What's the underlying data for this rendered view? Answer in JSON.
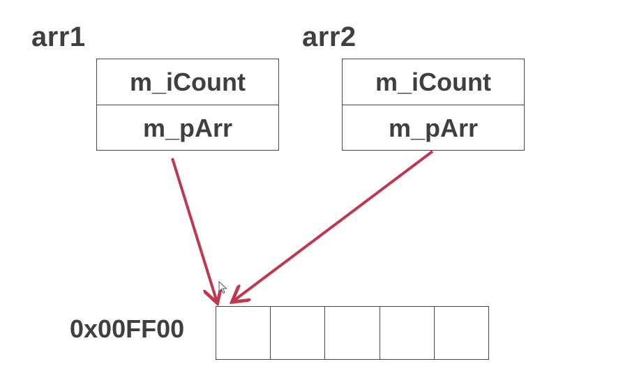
{
  "arr1": {
    "name": "arr1",
    "fields": [
      "m_iCount",
      "m_pArr"
    ]
  },
  "arr2": {
    "name": "arr2",
    "fields": [
      "m_iCount",
      "m_pArr"
    ]
  },
  "memory": {
    "address": "0x00FF00",
    "cell_count": 5
  },
  "colors": {
    "arrow": "#c2364f",
    "text": "#3f3f3f",
    "border": "#444444"
  },
  "icons": [
    "mouse-pointer-icon"
  ]
}
